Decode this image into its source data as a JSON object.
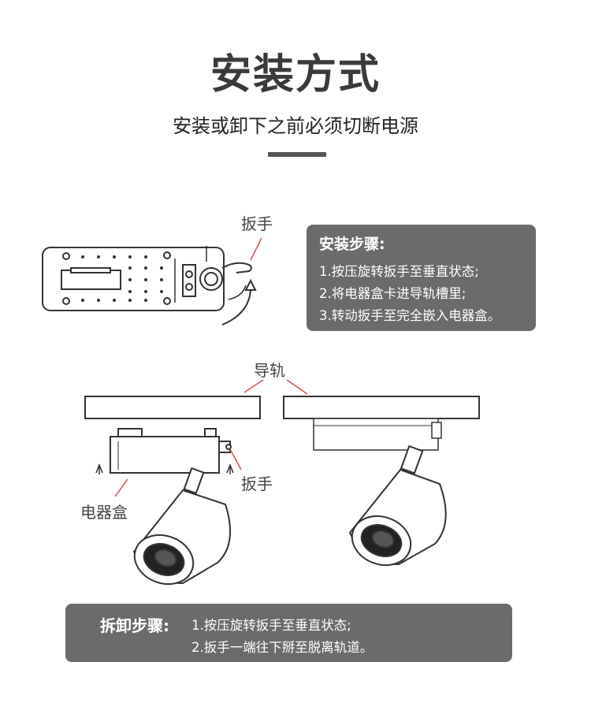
{
  "header": {
    "title": "安装方式",
    "subtitle": "安装或卸下之前必须切断电源"
  },
  "install_steps": {
    "heading": "安装步骤:",
    "steps": [
      "1.按压旋转扳手至垂直状态;",
      "2.将电器盒卡进导轨槽里;",
      "3.转动扳手至完全嵌入电器盒。"
    ]
  },
  "removal_steps": {
    "heading": "拆卸步骤:",
    "steps": [
      "1.按压旋转扳手至垂直状态;",
      "2.扳手一端往下掰至脱离轨道。"
    ]
  },
  "diagram_labels": {
    "wrench_top": "扳手",
    "rail": "导轨",
    "wrench_side": "扳手",
    "electrical_box": "电器盒"
  },
  "colors": {
    "panel_bg": "#6b6b6b",
    "callout_red": "#d9534f",
    "line_art": "#333333"
  }
}
